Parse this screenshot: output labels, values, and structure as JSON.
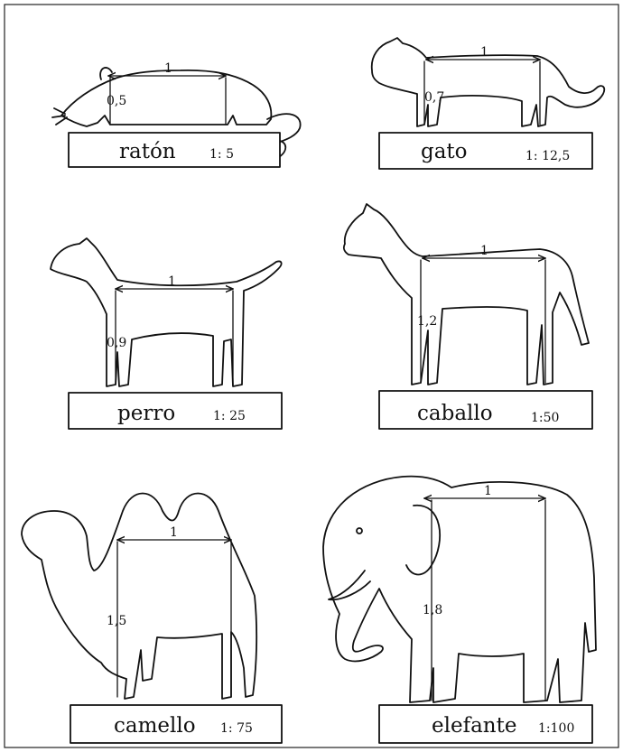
{
  "animals": [
    {
      "id": "raton",
      "name": "ratón",
      "scale": "1: 5",
      "length_ratio": "1",
      "height_ratio": "0,5"
    },
    {
      "id": "gato",
      "name": "gato",
      "scale": "1: 12,5",
      "length_ratio": "1",
      "height_ratio": "0,7"
    },
    {
      "id": "perro",
      "name": "perro",
      "scale": "1: 25",
      "length_ratio": "1",
      "height_ratio": "0,9"
    },
    {
      "id": "caballo",
      "name": "caballo",
      "scale": "1:50",
      "length_ratio": "1",
      "height_ratio": "1,2"
    },
    {
      "id": "camello",
      "name": "camello",
      "scale": "1: 75",
      "length_ratio": "1",
      "height_ratio": "1,5"
    },
    {
      "id": "elefante",
      "name": "elefante",
      "scale": "1:100",
      "length_ratio": "1",
      "height_ratio": "1,8"
    }
  ],
  "colors": {
    "ink": "#111111",
    "paper": "#ffffff"
  }
}
